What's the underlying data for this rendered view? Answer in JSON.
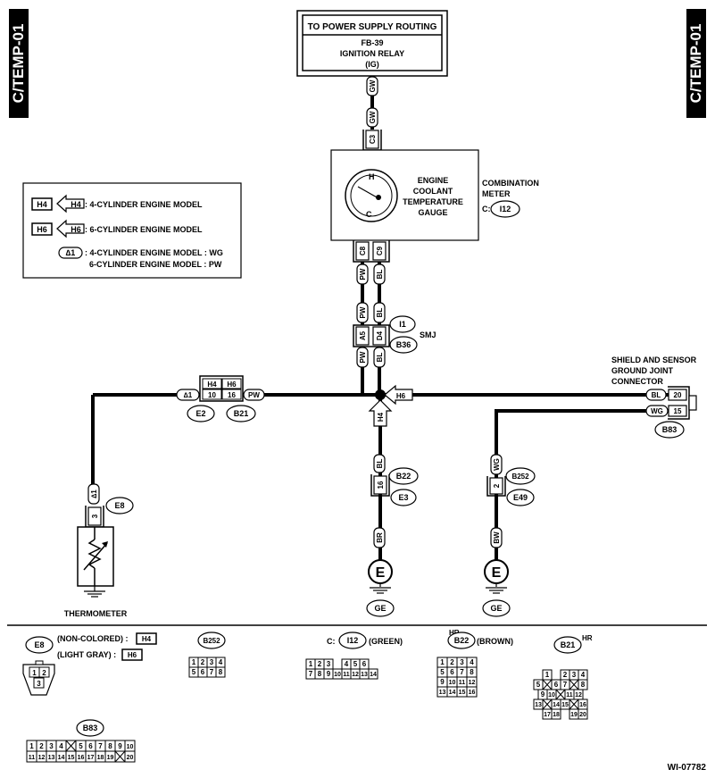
{
  "side_tab_label": "C/TEMP-01",
  "power_box": {
    "header": "TO POWER SUPPLY ROUTING",
    "line1": "FB-39",
    "line2": "IGNITION RELAY",
    "line3": "(IG)"
  },
  "wires": {
    "gw": "GW",
    "pw": "PW",
    "bl": "BL",
    "wg": "WG",
    "br": "BR",
    "bw": "BW",
    "star1": "∆1"
  },
  "pins": {
    "c3": "C3",
    "c8": "C8",
    "c9": "C9",
    "a5": "A5",
    "d4": "D4",
    "p10": "10",
    "p16": "16",
    "p3": "3",
    "p20": "20",
    "p15": "15",
    "p2": "2"
  },
  "gauge": {
    "title_lines": [
      "ENGINE",
      "COOLANT",
      "TEMPERATURE",
      "GAUGE"
    ],
    "hot_mark": "H",
    "cold_mark": "C",
    "meter_lines": [
      "COMBINATION",
      "METER"
    ],
    "meter_prefix": "C:",
    "connector": "I12"
  },
  "legend": {
    "h4_tag": "H4",
    "h4_text": ": 4-CYLINDER ENGINE MODEL",
    "h6_tag": "H6",
    "h6_text": ": 6-CYLINDER ENGINE MODEL",
    "star_tag": "∆1",
    "star_line1": ": 4-CYLINDER ENGINE MODEL :  WG",
    "star_line2": "6-CYLINDER ENGINE MODEL :  PW"
  },
  "smj": {
    "label": "SMJ",
    "i1": "I1",
    "b36": "B36"
  },
  "junction": {
    "h4": "H4",
    "h6": "H6",
    "e2": "E2",
    "b21": "B21"
  },
  "shield": {
    "lines": [
      "SHIELD AND SENSOR",
      "GROUND JOINT",
      "CONNECTOR"
    ],
    "connector": "B83"
  },
  "grounds": {
    "b22": "B22",
    "e3": "E3",
    "b252": "B252",
    "e49": "E49",
    "e_letter": "E",
    "ge": "GE"
  },
  "thermometer": {
    "connector": "E8",
    "label": "THERMOMETER"
  },
  "views": {
    "e8_title": "E8",
    "e8_noncolored": "(NON-COLORED) :",
    "e8_lightgray": "(LIGHT GRAY) :",
    "b252_title": "B252",
    "i12_prefix": "C:",
    "i12_title": "I12",
    "i12_color": "(GREEN)",
    "b22_title": "B22",
    "b22_hr": "HR",
    "b22_color": "(BROWN)",
    "b21_title": "B21",
    "b21_hr": "HR",
    "b83_title": "B83",
    "b252_pins": [
      [
        "1",
        "2",
        "3",
        "4"
      ],
      [
        "5",
        "6",
        "7",
        "8"
      ]
    ],
    "i12_pins": [
      [
        "1",
        "2",
        "3",
        "",
        "4",
        "5",
        "6"
      ],
      [
        "7",
        "8",
        "9",
        "10",
        "11",
        "12",
        "13",
        "14"
      ]
    ],
    "b22_pins": [
      [
        "1",
        "2",
        "3",
        "4"
      ],
      [
        "5",
        "6",
        "7",
        "8"
      ],
      [
        "9",
        "10",
        "11",
        "12"
      ],
      [
        "13",
        "14",
        "15",
        "16"
      ]
    ],
    "b21_pins": [
      [
        "1",
        "",
        "2",
        "3",
        "4"
      ],
      [
        "5",
        "X",
        "6",
        "7",
        "X",
        "8"
      ],
      [
        "9",
        "10",
        "X",
        "11",
        "12"
      ],
      [
        "13",
        "X",
        "14",
        "15",
        "X",
        "16"
      ],
      [
        "17",
        "18",
        "",
        "19",
        "20"
      ]
    ],
    "b83_pins": [
      [
        "1",
        "2",
        "3",
        "4",
        "X",
        "5",
        "6",
        "7",
        "8",
        "9",
        "10"
      ],
      [
        "11",
        "12",
        "13",
        "14",
        "15",
        "16",
        "17",
        "18",
        "19",
        "X",
        "20"
      ]
    ],
    "e8_pins": [
      [
        "1",
        "2"
      ],
      [
        "3"
      ]
    ]
  },
  "drawing_id": "WI-07782"
}
